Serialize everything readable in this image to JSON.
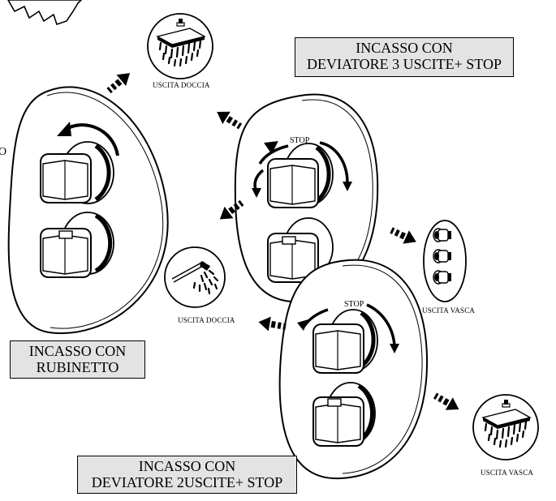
{
  "labels": {
    "box_deviatore3": [
      "INCASSO CON",
      "DEVIATORE 3 USCITE+ STOP"
    ],
    "box_rubinetto": [
      "INCASSO CON",
      "RUBINETTO"
    ],
    "box_deviatore2": [
      "INCASSO CON",
      "DEVIATORE 2USCITE+ STOP"
    ]
  },
  "outlets": {
    "doccia_top": "USCITA DOCCIA",
    "doccia_mid": "USCITA DOCCIA",
    "vasca_jets": "USCITA VASCA",
    "vasca_bottom": "USCITA VASCA"
  },
  "stop_labels": {
    "mixer_3way": "STOP",
    "mixer_2way": "STOP"
  },
  "cut_text": "O",
  "colors": {
    "line": "#000000",
    "box_fill": "#e3e3e3",
    "background": "#ffffff"
  },
  "icons": [
    "star-badge-icon",
    "rain-shower-head-icon",
    "hand-shower-icon",
    "body-jets-icon",
    "arrow-icon",
    "rotation-arrow-icon"
  ]
}
